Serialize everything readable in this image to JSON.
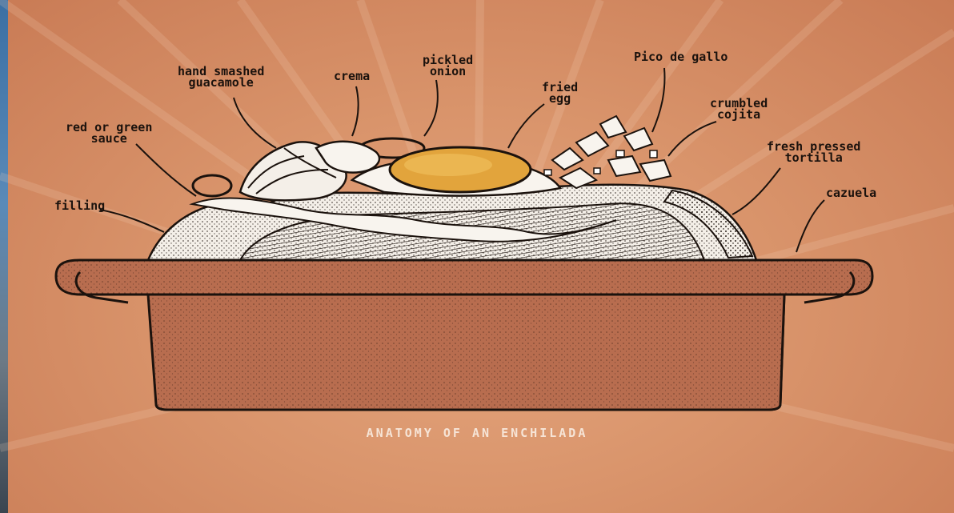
{
  "diagram": {
    "caption": "ANATOMY OF AN ENCHILADA",
    "labels": {
      "hand_smashed_guacamole": "hand smashed\nguacamole",
      "crema": "crema",
      "pickled_onion": "pickled\nonion",
      "fried_egg": "fried\negg",
      "pico_de_gallo": "Pico de gallo",
      "crumbled_cojita": "crumbled\ncojita",
      "red_or_green_sauce": "red or green\nsauce",
      "fresh_pressed_tortilla": "fresh pressed\ntortilla",
      "filling": "filling",
      "cazuela": "cazuela"
    }
  },
  "colors": {
    "background": "#d9946b",
    "clay_pot": "#b86d4f",
    "ink": "#1b120d",
    "yolk": "#e2a43c",
    "caption": "#f6e4d6"
  }
}
